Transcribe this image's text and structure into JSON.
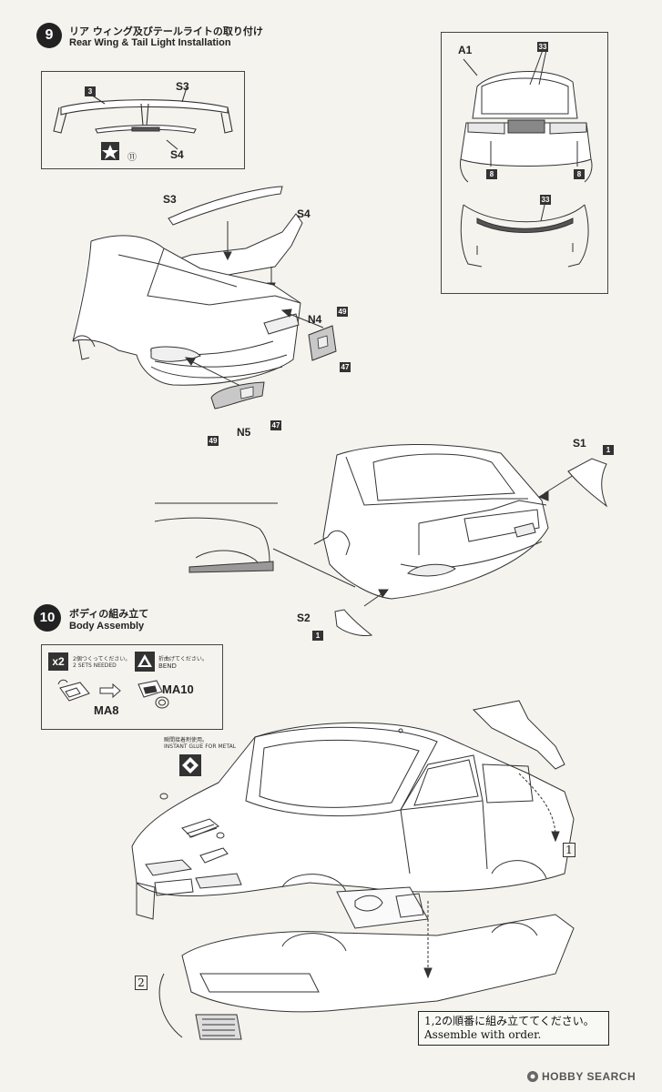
{
  "step9": {
    "number": "9",
    "title_jp": "リア ウィング及びテールライトの取り付け",
    "title_en": "Rear Wing & Tail Light Installation"
  },
  "step10": {
    "number": "10",
    "title_jp": "ボディの組み立て",
    "title_en": "Body Assembly"
  },
  "parts": {
    "S3": "S3",
    "S4": "S4",
    "A1": "A1",
    "N4": "N4",
    "N5": "N5",
    "S1": "S1",
    "S2": "S2",
    "MA8": "MA8",
    "MA10": "MA10",
    "p3": "3",
    "p33": "33",
    "p8": "8",
    "p47": "47",
    "p49": "49",
    "p1": "1",
    "p11": "⑪"
  },
  "instructions": {
    "x2": "x2",
    "two_sets_jp": "2個つくってください。",
    "two_sets_en": "2 SETS NEEDED",
    "bend_jp": "折曲げてください。",
    "bend_en": "BEND",
    "glue_jp": "瞬間接着剤使用。",
    "glue_en": "INSTANT GLUE FOR METAL",
    "order_jp": "1,2の順番に組み立ててください。",
    "order_en": "Assemble with order.",
    "order1": "1",
    "order2": "2"
  },
  "watermark": "HOBBY SEARCH",
  "colors": {
    "ink": "#222222",
    "paper": "#f4f3ee",
    "gray_part": "#9a9a9a"
  }
}
